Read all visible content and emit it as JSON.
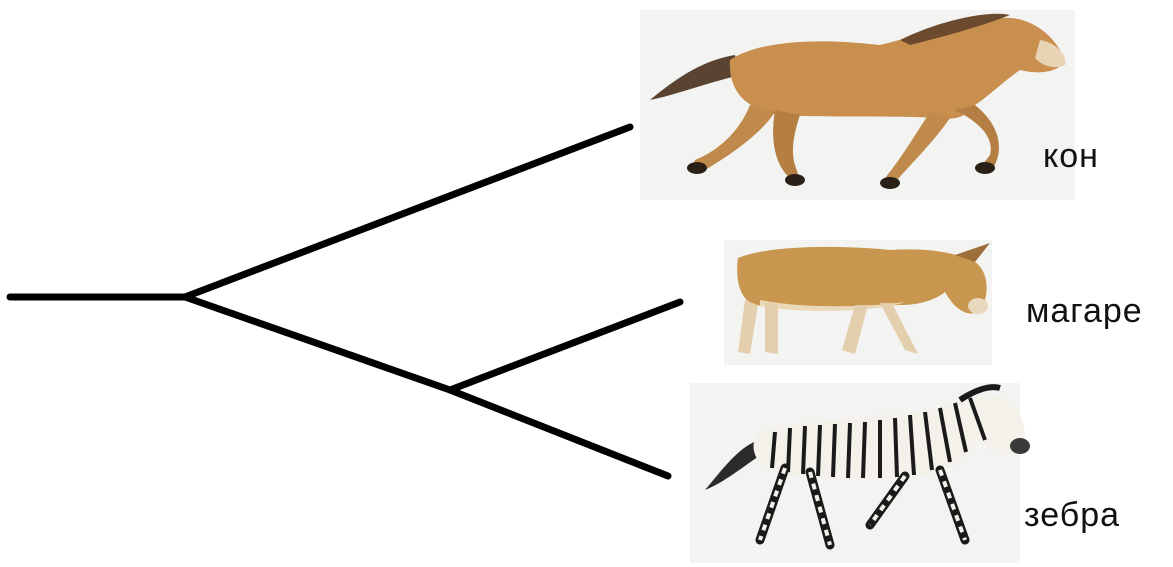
{
  "diagram": {
    "type": "phylogenetic-tree",
    "leaves": [
      {
        "label": "кон",
        "image": "horse-icon"
      },
      {
        "label": "магаре",
        "image": "donkey-icon"
      },
      {
        "label": "зебра",
        "image": "zebra-icon"
      }
    ]
  },
  "colors": {
    "branch": "#000000",
    "horse_coat": "#c88f4e",
    "donkey_coat": "#c9964f",
    "zebra_stripe": "#1a1a1a"
  }
}
